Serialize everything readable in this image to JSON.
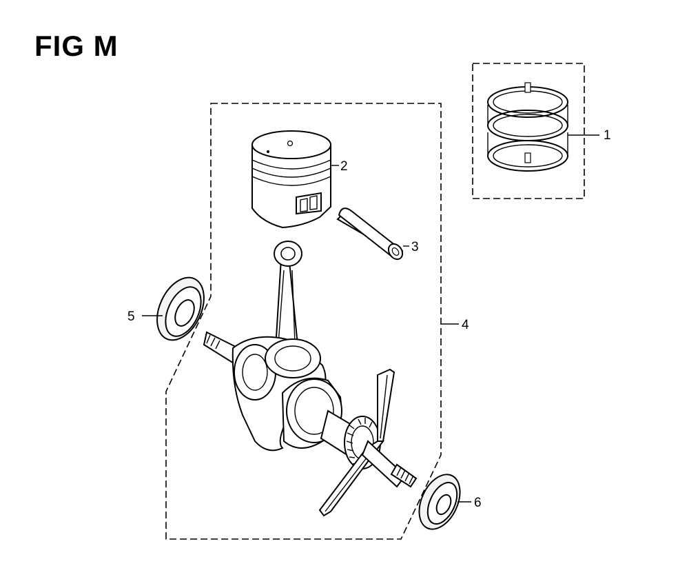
{
  "figure": {
    "title": "FIG M"
  },
  "callouts": [
    {
      "number": "1",
      "part": "piston-ring-set"
    },
    {
      "number": "2",
      "part": "piston"
    },
    {
      "number": "3",
      "part": "piston-pin"
    },
    {
      "number": "4",
      "part": "crankshaft-assembly"
    },
    {
      "number": "5",
      "part": "bearing-left"
    },
    {
      "number": "6",
      "part": "bearing-right"
    }
  ]
}
